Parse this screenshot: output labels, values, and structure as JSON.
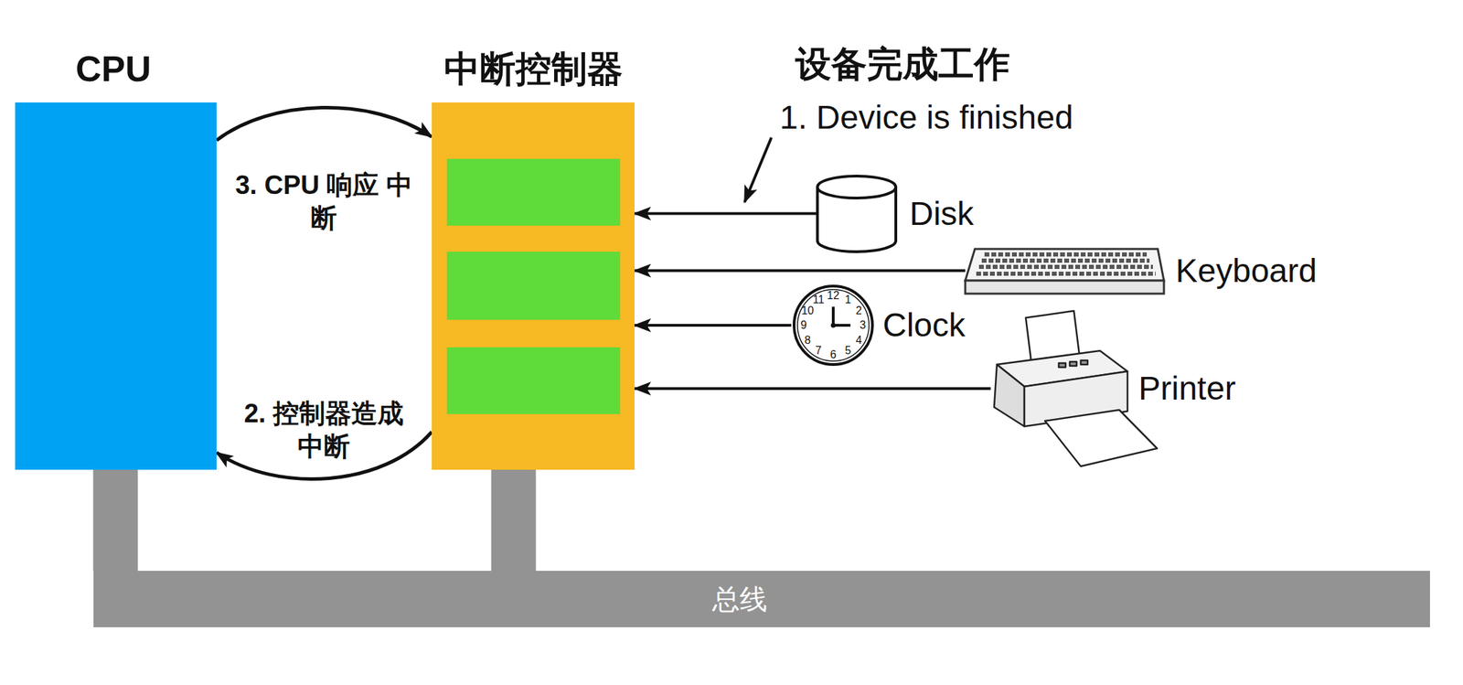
{
  "diagram": {
    "nodes": [
      {
        "text": [
          "CPU"
        ]
      },
      {
        "text": [
          "中断控制器"
        ]
      },
      {
        "text": [
          "Disk"
        ]
      },
      {
        "text": [
          "Keyboard"
        ]
      },
      {
        "text": [
          "Clock"
        ]
      },
      {
        "text": [
          "Printer"
        ]
      },
      {
        "text": [
          "总线"
        ]
      }
    ],
    "edges": [
      {
        "from": 0,
        "to": 1,
        "arrow": "to",
        "label": "3. CPU 响应 中断"
      },
      {
        "from": 1,
        "to": 0,
        "arrow": "to",
        "label": "2. 控制器造成 中断"
      },
      {
        "from": 2,
        "to": 1,
        "arrow": "to"
      },
      {
        "from": 3,
        "to": 1,
        "arrow": "to"
      },
      {
        "from": 4,
        "to": 1,
        "arrow": "to"
      },
      {
        "from": 5,
        "to": 1,
        "arrow": "to"
      },
      {
        "from": 0,
        "to": 6,
        "arrow": "none"
      },
      {
        "from": 1,
        "to": 6,
        "arrow": "none"
      }
    ],
    "labels": [
      "设备完成工作",
      "1. Device is finished",
      "12",
      "1",
      "2",
      "3",
      "4",
      "5",
      "6",
      "7",
      "8",
      "9",
      "10",
      "11"
    ]
  }
}
